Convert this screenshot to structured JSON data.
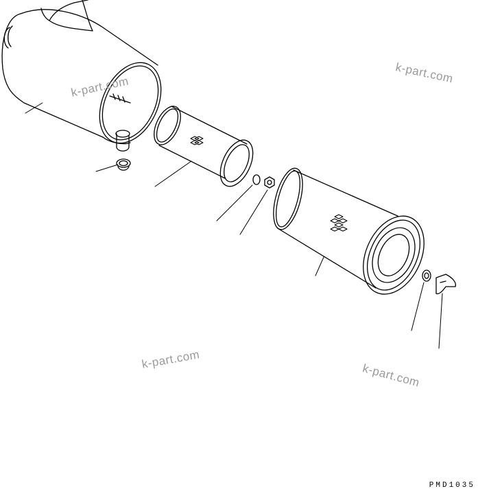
{
  "diagram": {
    "watermarks": [
      "k-part.com",
      "k-part.com",
      "k-part.com",
      "k-part.com"
    ],
    "drawing_code": "PMD1035",
    "line_color": "#000000",
    "watermark_color": "#9a9a9a"
  }
}
